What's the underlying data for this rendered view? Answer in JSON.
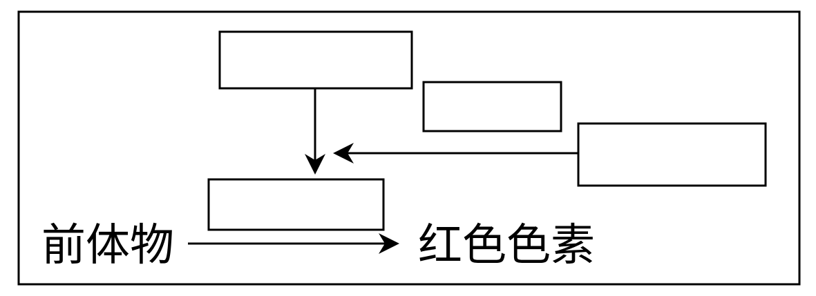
{
  "diagram": {
    "source_label": "前体物",
    "product_label": "红色色素",
    "boxes": [
      {
        "id": "top-box",
        "text": ""
      },
      {
        "id": "middle-right-box",
        "text": ""
      },
      {
        "id": "right-box",
        "text": ""
      },
      {
        "id": "center-box",
        "text": ""
      }
    ],
    "colors": {
      "stroke": "#000000",
      "background": "#ffffff"
    }
  }
}
